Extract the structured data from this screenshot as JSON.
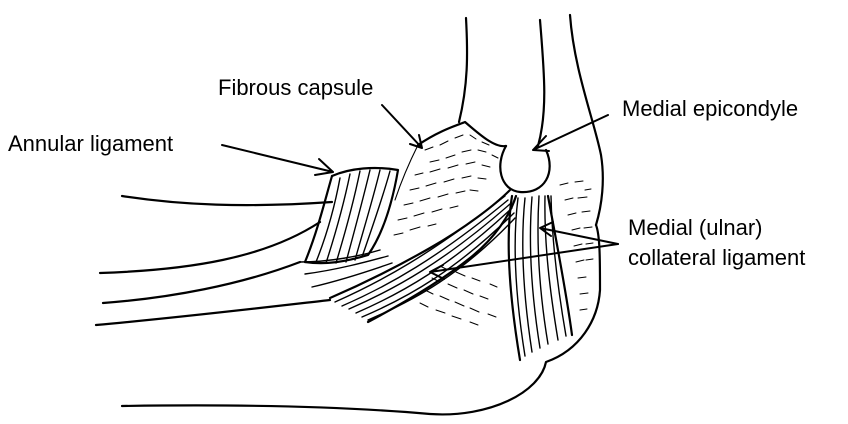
{
  "labels": {
    "fibrous_capsule": "Fibrous capsule",
    "medial_epicondyle": "Medial epicondyle",
    "annular_ligament": "Annular ligament",
    "medial_collateral_line1": "Medial (ulnar)",
    "medial_collateral_line2": "collateral ligament"
  },
  "colors": {
    "ink": "#000000",
    "background": "#ffffff"
  }
}
